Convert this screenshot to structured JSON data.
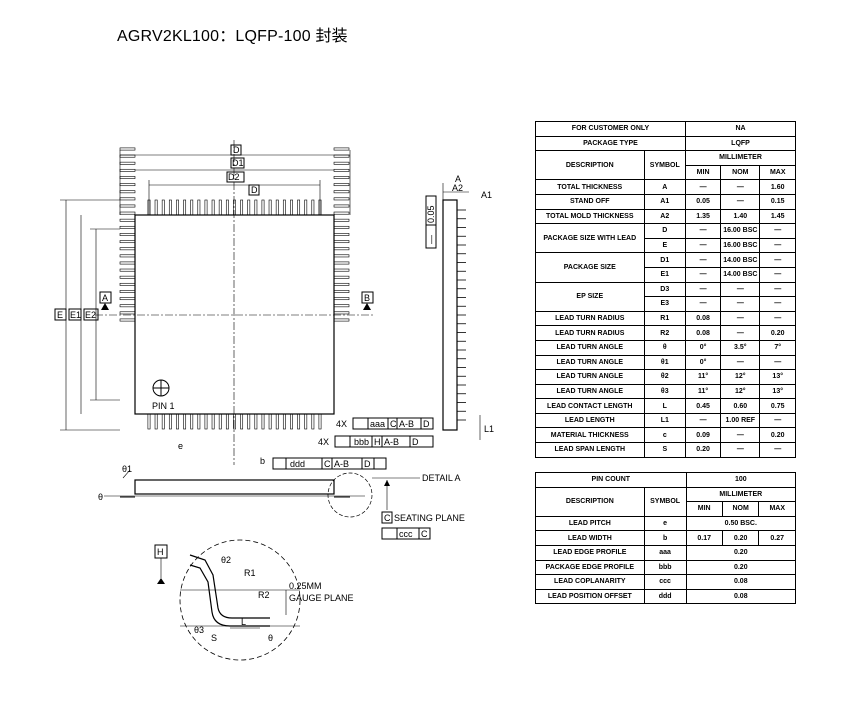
{
  "page": {
    "title": "AGRV2KL100：LQFP-100 封装"
  },
  "diagram": {
    "top_view": {
      "dim_D": "D",
      "dim_D1": "D1",
      "dim_D2": "D2",
      "dim_D_small": "D",
      "dim_E": "E",
      "dim_E1": "E1",
      "dim_E2": "E2",
      "datum_A": "A",
      "datum_B": "B",
      "pin1": "PIN 1",
      "lead_pitch": "e",
      "lead_width": "b",
      "fc_1_prefix": "4X",
      "fc_1": "aaa",
      "fc_1_ref": "C",
      "fc_1_ref2": "A-B",
      "fc_1_ref3": "D",
      "fc_2_prefix": "4X",
      "fc_2": "bbb",
      "fc_2_ref": "H",
      "fc_2_ref2": "A-B",
      "fc_2_ref3": "D",
      "fc_3": "ddd",
      "fc_3_ref": "C",
      "fc_3_ref2": "A-B",
      "fc_3_ref3": "D"
    },
    "side_view": {
      "dim_A": "A",
      "dim_A1": "A1",
      "dim_A2": "A2",
      "dim_L1": "L1",
      "fc_side_tol": "0.05",
      "fc_side_prefix": "—"
    },
    "lower_side": {
      "theta1": "θ1",
      "theta": "θ",
      "detail_label": "DETAIL A",
      "datum_C": "C",
      "seating_plane": "SEATING PLANE",
      "fc_ccc": "ccc",
      "fc_ccc_ref": "C"
    },
    "detail": {
      "datum_H": "H",
      "theta2": "θ2",
      "R1": "R1",
      "R2": "R2",
      "gauge_value": "0.25MM",
      "gauge_plane": "GAUGE PLANE",
      "theta3": "θ3",
      "S": "S",
      "L": "L",
      "theta": "θ"
    }
  },
  "spec_table_1": {
    "customer_label": "FOR CUSTOMER ONLY",
    "customer_value": "NA",
    "pkg_type_label": "PACKAGE TYPE",
    "pkg_type_value": "LQFP",
    "desc_header": "DESCRIPTION",
    "symbol_header": "SYMBOL",
    "unit_header": "MILLIMETER",
    "min_header": "MIN",
    "nom_header": "NOM",
    "max_header": "MAX",
    "rows": [
      {
        "desc": "TOTAL THICKNESS",
        "sym": "A",
        "min": "—",
        "nom": "—",
        "max": "1.60"
      },
      {
        "desc": "STAND OFF",
        "sym": "A1",
        "min": "0.05",
        "nom": "—",
        "max": "0.15"
      },
      {
        "desc": "TOTAL MOLD THICKNESS",
        "sym": "A2",
        "min": "1.35",
        "nom": "1.40",
        "max": "1.45"
      },
      {
        "desc": "PACKAGE SIZE WITH LEAD",
        "sym": "D",
        "min": "—",
        "nom": "16.00 BSC",
        "max": "—"
      },
      {
        "desc": "",
        "sym": "E",
        "min": "—",
        "nom": "16.00 BSC",
        "max": "—"
      },
      {
        "desc": "PACKAGE SIZE",
        "sym": "D1",
        "min": "—",
        "nom": "14.00 BSC",
        "max": "—"
      },
      {
        "desc": "",
        "sym": "E1",
        "min": "—",
        "nom": "14.00 BSC",
        "max": "—"
      },
      {
        "desc": "EP SIZE",
        "sym": "D3",
        "min": "—",
        "nom": "—",
        "max": "—"
      },
      {
        "desc": "",
        "sym": "E3",
        "min": "—",
        "nom": "—",
        "max": "—"
      },
      {
        "desc": "LEAD TURN RADIUS",
        "sym": "R1",
        "min": "0.08",
        "nom": "—",
        "max": "—"
      },
      {
        "desc": "LEAD TURN RADIUS",
        "sym": "R2",
        "min": "0.08",
        "nom": "—",
        "max": "0.20"
      },
      {
        "desc": "LEAD TURN ANGLE",
        "sym": "θ",
        "min": "0°",
        "nom": "3.5°",
        "max": "7°"
      },
      {
        "desc": "LEAD TURN ANGLE",
        "sym": "θ1",
        "min": "0°",
        "nom": "—",
        "max": "—"
      },
      {
        "desc": "LEAD TURN ANGLE",
        "sym": "θ2",
        "min": "11°",
        "nom": "12°",
        "max": "13°"
      },
      {
        "desc": "LEAD TURN ANGLE",
        "sym": "θ3",
        "min": "11°",
        "nom": "12°",
        "max": "13°"
      },
      {
        "desc": "LEAD CONTACT LENGTH",
        "sym": "L",
        "min": "0.45",
        "nom": "0.60",
        "max": "0.75"
      },
      {
        "desc": "LEAD LENGTH",
        "sym": "L1",
        "min": "—",
        "nom": "1.00 REF",
        "max": "—"
      },
      {
        "desc": "MATERIAL THICKNESS",
        "sym": "c",
        "min": "0.09",
        "nom": "—",
        "max": "0.20"
      },
      {
        "desc": "LEAD SPAN LENGTH",
        "sym": "S",
        "min": "0.20",
        "nom": "—",
        "max": "—"
      }
    ]
  },
  "spec_table_2": {
    "pin_count_label": "PIN COUNT",
    "pin_count_value": "100",
    "desc_header": "DESCRIPTION",
    "symbol_header": "SYMBOL",
    "unit_header": "MILLIMETER",
    "min_header": "MIN",
    "nom_header": "NOM",
    "max_header": "MAX",
    "pitch": {
      "desc": "LEAD PITCH",
      "sym": "e",
      "value": "0.50 BSC."
    },
    "width": {
      "desc": "LEAD WIDTH",
      "sym": "b",
      "min": "0.17",
      "nom": "0.20",
      "max": "0.27"
    },
    "aaa": {
      "desc": "LEAD EDGE PROFILE",
      "sym": "aaa",
      "value": "0.20"
    },
    "bbb": {
      "desc": "PACKAGE EDGE PROFILE",
      "sym": "bbb",
      "value": "0.20"
    },
    "ccc": {
      "desc": "LEAD COPLANARITY",
      "sym": "ccc",
      "value": "0.08"
    },
    "ddd": {
      "desc": "LEAD POSITION OFFSET",
      "sym": "ddd",
      "value": "0.08"
    }
  }
}
